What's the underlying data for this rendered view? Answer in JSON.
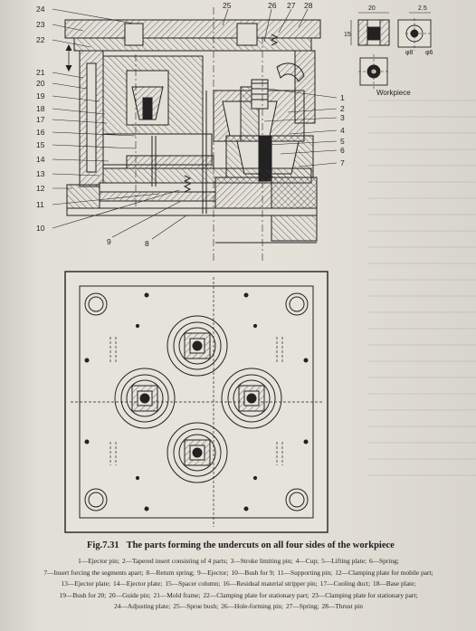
{
  "figure": {
    "number": "Fig.7.31",
    "caption": "The parts forming the undercuts on all four sides of the workpiece"
  },
  "workpiece_label": "Workpiece",
  "dimensions": {
    "top_width": "20",
    "side_offset": "2.5",
    "height": "15",
    "dia_8": "φ8",
    "dia_6": "φ6"
  },
  "callouts_top": [
    "24",
    "25",
    "26",
    "27",
    "28"
  ],
  "callouts_left": [
    "23",
    "22",
    "21",
    "20",
    "19",
    "18",
    "17",
    "16",
    "15",
    "14",
    "13",
    "12",
    "11",
    "10"
  ],
  "callouts_right": [
    "1",
    "2",
    "3",
    "4",
    "5",
    "6",
    "7"
  ],
  "callouts_bottom": [
    "9",
    "8"
  ],
  "legend_lines": [
    [
      {
        "n": "1",
        "t": "Ejector pin;"
      },
      {
        "n": "2",
        "t": "Tapered insert consisting of 4 parts;"
      },
      {
        "n": "3",
        "t": "Stroke limiting pin;"
      },
      {
        "n": "4",
        "t": "Cup;"
      },
      {
        "n": "5",
        "t": "Lifting plate;"
      },
      {
        "n": "6",
        "t": "Spring;"
      }
    ],
    [
      {
        "n": "7",
        "t": "Insert forcing the segments apart;"
      },
      {
        "n": "8",
        "t": "Return spring;"
      },
      {
        "n": "9",
        "t": "Ejector;"
      },
      {
        "n": "10",
        "t": "Bush for 9;"
      },
      {
        "n": "11",
        "t": "Supporting pin;"
      },
      {
        "n": "12",
        "t": "Clamping plate for mobile part;"
      }
    ],
    [
      {
        "n": "13",
        "t": "Ejector plate;"
      },
      {
        "n": "14",
        "t": "Ejector plate;"
      },
      {
        "n": "15",
        "t": "Spacer column;"
      },
      {
        "n": "16",
        "t": "Residual material stripper pin;"
      },
      {
        "n": "17",
        "t": "Cooling duct;"
      },
      {
        "n": "18",
        "t": "Base plate;"
      }
    ],
    [
      {
        "n": "19",
        "t": "Bush for 20;"
      },
      {
        "n": "20",
        "t": "Guide pin;"
      },
      {
        "n": "21",
        "t": "Mold frame;"
      },
      {
        "n": "22",
        "t": "Clamping plate for stationary part;"
      },
      {
        "n": "23",
        "t": "Clamping plate for stationary part;"
      }
    ],
    [
      {
        "n": "24",
        "t": "Adjusting plate;"
      },
      {
        "n": "25",
        "t": "Sprue bush;"
      },
      {
        "n": "26",
        "t": "Hole-forming pin;"
      },
      {
        "n": "27",
        "t": "Spring;"
      },
      {
        "n": "28",
        "t": "Thrust pin"
      }
    ]
  ]
}
